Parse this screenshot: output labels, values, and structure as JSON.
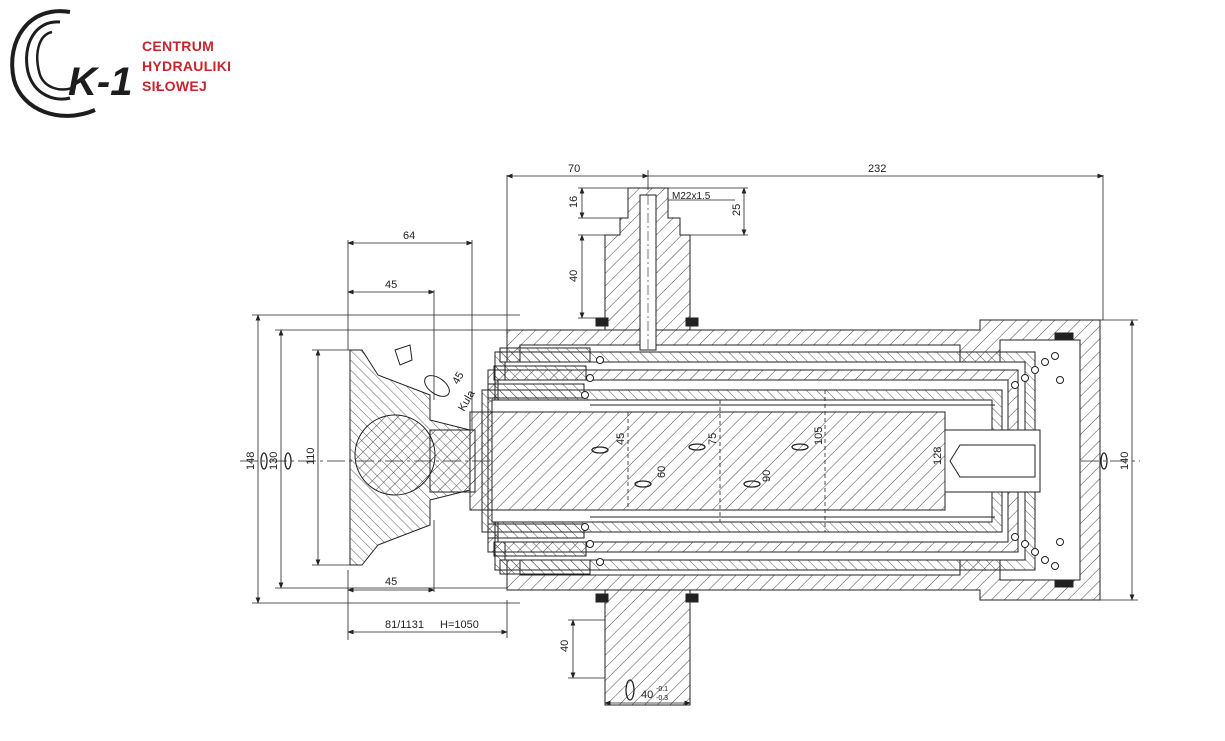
{
  "logo": {
    "mark": "K-1",
    "line1": "CENTRUM",
    "line2": "HYDRAULIKI",
    "line3": "SIŁOWEJ"
  },
  "dims": {
    "d70": "70",
    "d232": "232",
    "d16": "16",
    "d25": "25",
    "thread": "M22x1.5",
    "d40top": "40",
    "d64": "64",
    "d45top": "45",
    "d45bot": "45",
    "d148": "148",
    "d130": "130",
    "d110": "110",
    "d140": "140",
    "d45": "45",
    "d60": "60",
    "d75": "75",
    "d90": "90",
    "d105": "105",
    "d128": "128",
    "ball45": "45",
    "ballK": "Kula",
    "stroke": "81/1131",
    "h": "H=1050",
    "d40bot": "40",
    "pin40": "40",
    "tolA": "-0.1",
    "tolB": "-0.3"
  },
  "colors": {
    "brand": "#c8242b",
    "ink": "#222222"
  }
}
